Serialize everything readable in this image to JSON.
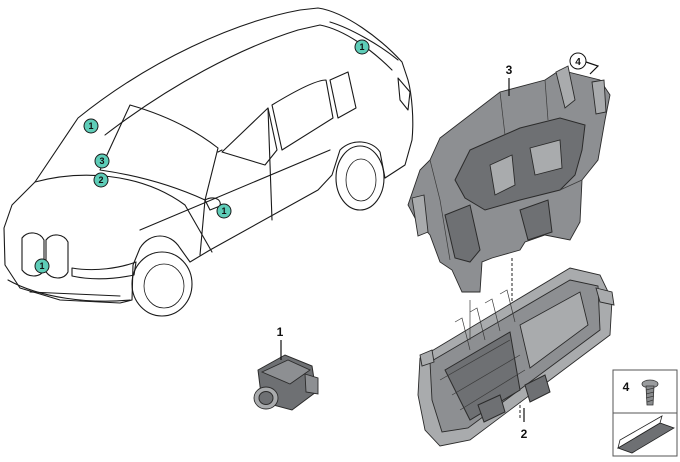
{
  "colors": {
    "callout_fill": "#5ecdb8",
    "part_dark": "#6e7073",
    "part_mid": "#8d8f92",
    "part_light": "#a9abad"
  },
  "car_callouts": [
    {
      "id": "rear",
      "number": "1"
    },
    {
      "id": "windshield-top",
      "number": "1"
    },
    {
      "id": "windshield-mid",
      "number": "3"
    },
    {
      "id": "windshield-low",
      "number": "2"
    },
    {
      "id": "door",
      "number": "1"
    },
    {
      "id": "grille",
      "number": "1"
    }
  ],
  "parts": {
    "sensor": {
      "number": "1"
    },
    "control_unit": {
      "number": "2"
    },
    "bracket": {
      "number": "3"
    },
    "screw_circled": {
      "number": "4"
    },
    "legend_screw": {
      "number": "4"
    }
  },
  "icons": [
    "screw-icon",
    "shim-icon"
  ]
}
